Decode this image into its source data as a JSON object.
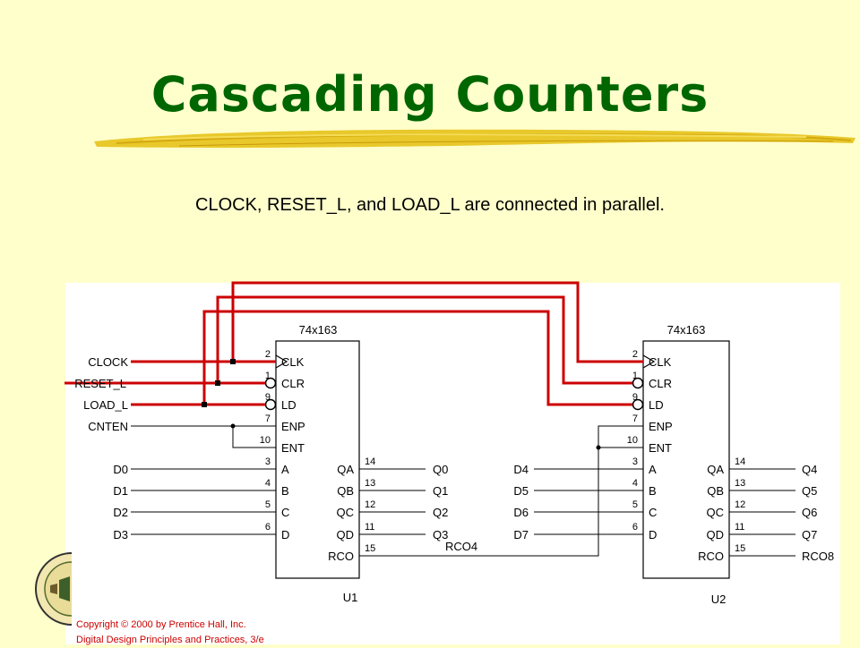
{
  "slide": {
    "title": "Cascading Counters",
    "subtitle": "CLOCK, RESET_L, and LOAD_L are connected in parallel."
  },
  "diagram": {
    "u1": {
      "part": "74x163",
      "ref": "U1",
      "inputs": [
        {
          "pin": "2",
          "name": "CLK",
          "net": "CLOCK"
        },
        {
          "pin": "1",
          "name": "CLR",
          "net": "RESET_L"
        },
        {
          "pin": "9",
          "name": "LD",
          "net": "LOAD_L"
        },
        {
          "pin": "7",
          "name": "ENP",
          "net": "CNTEN"
        },
        {
          "pin": "10",
          "name": "ENT"
        },
        {
          "pin": "3",
          "name": "A",
          "net": "D0"
        },
        {
          "pin": "4",
          "name": "B",
          "net": "D1"
        },
        {
          "pin": "5",
          "name": "C",
          "net": "D2"
        },
        {
          "pin": "6",
          "name": "D",
          "net": "D3"
        }
      ],
      "outputs": [
        {
          "pin": "14",
          "name": "QA",
          "net": "Q0"
        },
        {
          "pin": "13",
          "name": "QB",
          "net": "Q1"
        },
        {
          "pin": "12",
          "name": "QC",
          "net": "Q2"
        },
        {
          "pin": "11",
          "name": "QD",
          "net": "Q3"
        },
        {
          "pin": "15",
          "name": "RCO"
        }
      ]
    },
    "u2": {
      "part": "74x163",
      "ref": "U2",
      "inputs": [
        {
          "pin": "2",
          "name": "CLK"
        },
        {
          "pin": "1",
          "name": "CLR"
        },
        {
          "pin": "9",
          "name": "LD"
        },
        {
          "pin": "7",
          "name": "ENP"
        },
        {
          "pin": "10",
          "name": "ENT"
        },
        {
          "pin": "3",
          "name": "A",
          "net": "D4"
        },
        {
          "pin": "4",
          "name": "B",
          "net": "D5"
        },
        {
          "pin": "5",
          "name": "C",
          "net": "D6"
        },
        {
          "pin": "6",
          "name": "D",
          "net": "D7"
        }
      ],
      "outputs": [
        {
          "pin": "14",
          "name": "QA",
          "net": "Q4"
        },
        {
          "pin": "13",
          "name": "QB",
          "net": "Q5"
        },
        {
          "pin": "12",
          "name": "QC",
          "net": "Q6"
        },
        {
          "pin": "11",
          "name": "QD",
          "net": "Q7"
        },
        {
          "pin": "15",
          "name": "RCO",
          "net": "RCO8"
        }
      ]
    },
    "carry_net": "RCO4"
  },
  "copyright": {
    "line1": "Copyright © 2000 by Prentice Hall, Inc.",
    "line2": "Digital Design Principles and Practices, 3/e"
  },
  "colors": {
    "title": "#006600",
    "background": "#ffffcc",
    "parallel_wires": "#cc0000",
    "copyright": "#cc0000"
  }
}
